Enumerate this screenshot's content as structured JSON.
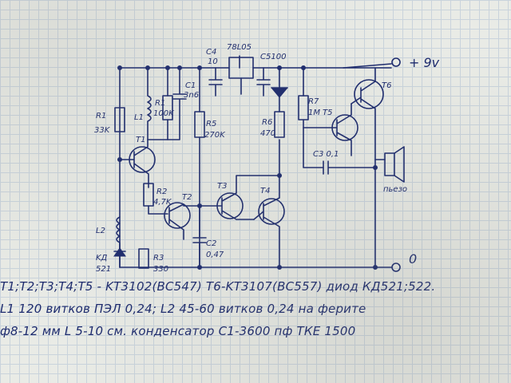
{
  "labels": {
    "c4": "C4",
    "c4_val": "10",
    "reg": "78L05",
    "c5": "C5100",
    "supply": "+ 9v",
    "c1": "C1",
    "c1_val": "3n6",
    "r1": "R1",
    "r1_val": "33K",
    "l1": "L1",
    "r1_pot": "R1",
    "r1_pot_val": "100K",
    "t1": "T1",
    "r5": "R5",
    "r5_val": "270K",
    "r6": "R6",
    "r6_val": "470",
    "r7": "R7",
    "r7_val": "1M",
    "t5": "T5",
    "t6": "T6",
    "c3": "C3 0,1",
    "piezo": "пьезо",
    "r2": "R2",
    "r2_val": "4,7K",
    "t2": "T2",
    "t3": "T3",
    "t4": "T4",
    "l2": "L2",
    "c2": "C2",
    "c2_val": "0,47",
    "kd": "KД",
    "kd_val": "521",
    "r3": "R3",
    "r3_val": "330",
    "minus": "0"
  },
  "notes": [
    "T1;T2;T3;T4;T5 - KT3102(BC547) T6-KT3107(BC557) диод КД521;522.",
    "L1 120 витков ПЭЛ 0,24; L2 45-60 витков 0,24 на ферите",
    "ф8-12 мм L 5-10 см. конденсатор С1-3600 пф ТКЕ 1500"
  ],
  "colors": {
    "ink": "#1d2b6e",
    "paper": "#e9ebe6",
    "grid": "#c9d3dc"
  }
}
